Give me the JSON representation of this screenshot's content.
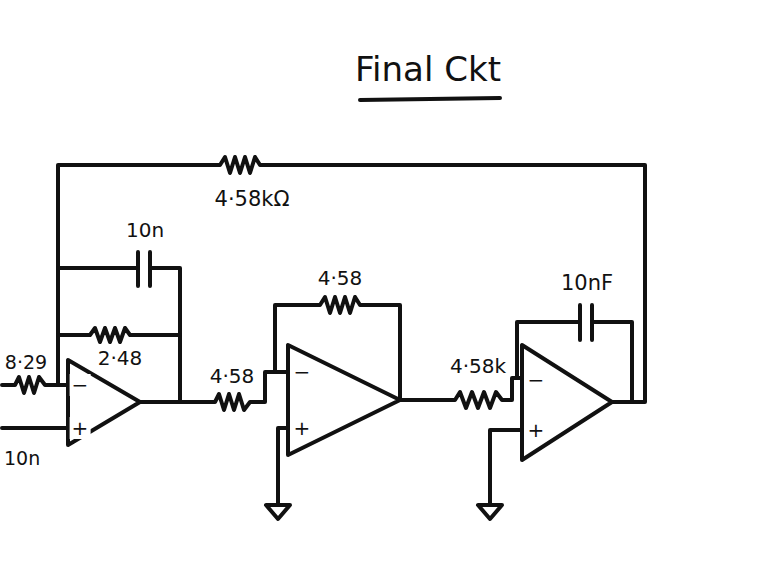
{
  "diagram": {
    "title": "Final Ckt",
    "labels": [
      "4·58kΩ",
      "10n",
      "8·29",
      "2·48",
      "4·58",
      "−",
      "+",
      "4·58",
      "−",
      "+",
      "4·58k",
      "−",
      "+",
      "10nF",
      "10n"
    ]
  }
}
